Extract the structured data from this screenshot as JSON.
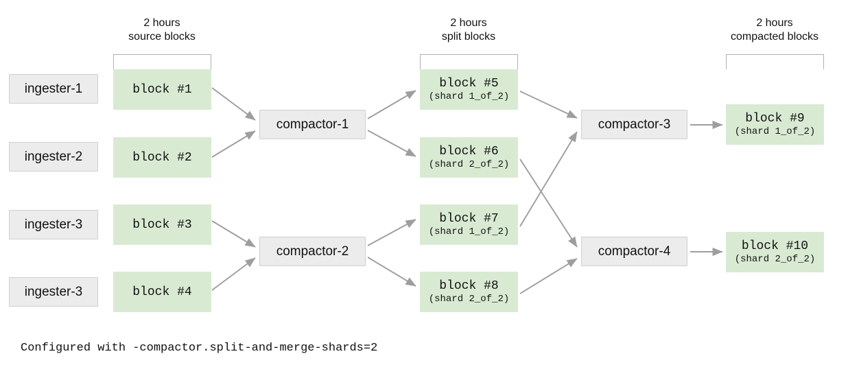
{
  "diagram": {
    "title_caption": "Configured with -compactor.split-and-merge-shards=2",
    "group_labels": {
      "source": {
        "line1": "2 hours",
        "line2": "source blocks"
      },
      "split": {
        "line1": "2 hours",
        "line2": "split blocks"
      },
      "compacted": {
        "line1": "2 hours",
        "line2": "compacted blocks"
      }
    },
    "ingesters": [
      {
        "label": "ingester-1"
      },
      {
        "label": "ingester-2"
      },
      {
        "label": "ingester-3"
      },
      {
        "label": "ingester-3"
      }
    ],
    "source_blocks": [
      {
        "name": "block #1",
        "shard": ""
      },
      {
        "name": "block #2",
        "shard": ""
      },
      {
        "name": "block #3",
        "shard": ""
      },
      {
        "name": "block #4",
        "shard": ""
      }
    ],
    "compactors_stage1": [
      {
        "label": "compactor-1"
      },
      {
        "label": "compactor-2"
      }
    ],
    "split_blocks": [
      {
        "name": "block #5",
        "shard": "(shard 1_of_2)"
      },
      {
        "name": "block #6",
        "shard": "(shard 2_of_2)"
      },
      {
        "name": "block #7",
        "shard": "(shard 1_of_2)"
      },
      {
        "name": "block #8",
        "shard": "(shard 2_of_2)"
      }
    ],
    "compactors_stage2": [
      {
        "label": "compactor-3"
      },
      {
        "label": "compactor-4"
      }
    ],
    "compacted_blocks": [
      {
        "name": "block #9",
        "shard": "(shard 1_of_2)"
      },
      {
        "name": "block #10",
        "shard": "(shard 2_of_2)"
      }
    ],
    "colors": {
      "block_green": "#d9ead3",
      "node_gray": "#ececec",
      "node_border": "#cfcfcf",
      "arrow_gray": "#9e9e9e",
      "text": "#111111"
    }
  }
}
